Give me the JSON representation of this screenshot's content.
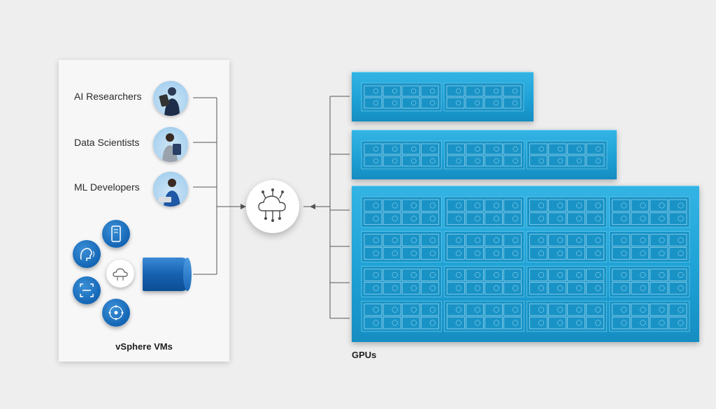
{
  "panel": {
    "title": "vSphere VMs",
    "roles": [
      {
        "label": "AI Researchers",
        "icon": "ai-researcher-avatar"
      },
      {
        "label": "Data Scientists",
        "icon": "data-scientist-avatar"
      },
      {
        "label": "ML Developers",
        "icon": "ml-developer-avatar"
      }
    ],
    "services": [
      "mobile-app-icon",
      "speech-icon",
      "face-recognition-icon",
      "network-hub-icon",
      "ai-cloud-icon",
      "data-pipe-icon"
    ]
  },
  "hub": {
    "icon": "cloud-network-icon"
  },
  "gpus": {
    "label": "GPUs",
    "blocks": [
      {
        "rows": 1,
        "cols": 2
      },
      {
        "rows": 1,
        "cols": 3
      },
      {
        "rows": 4,
        "cols": 4
      }
    ]
  },
  "colors": {
    "gpu_blue": "#1ea1d5",
    "service_blue": "#1466b5",
    "line": "#555555"
  }
}
